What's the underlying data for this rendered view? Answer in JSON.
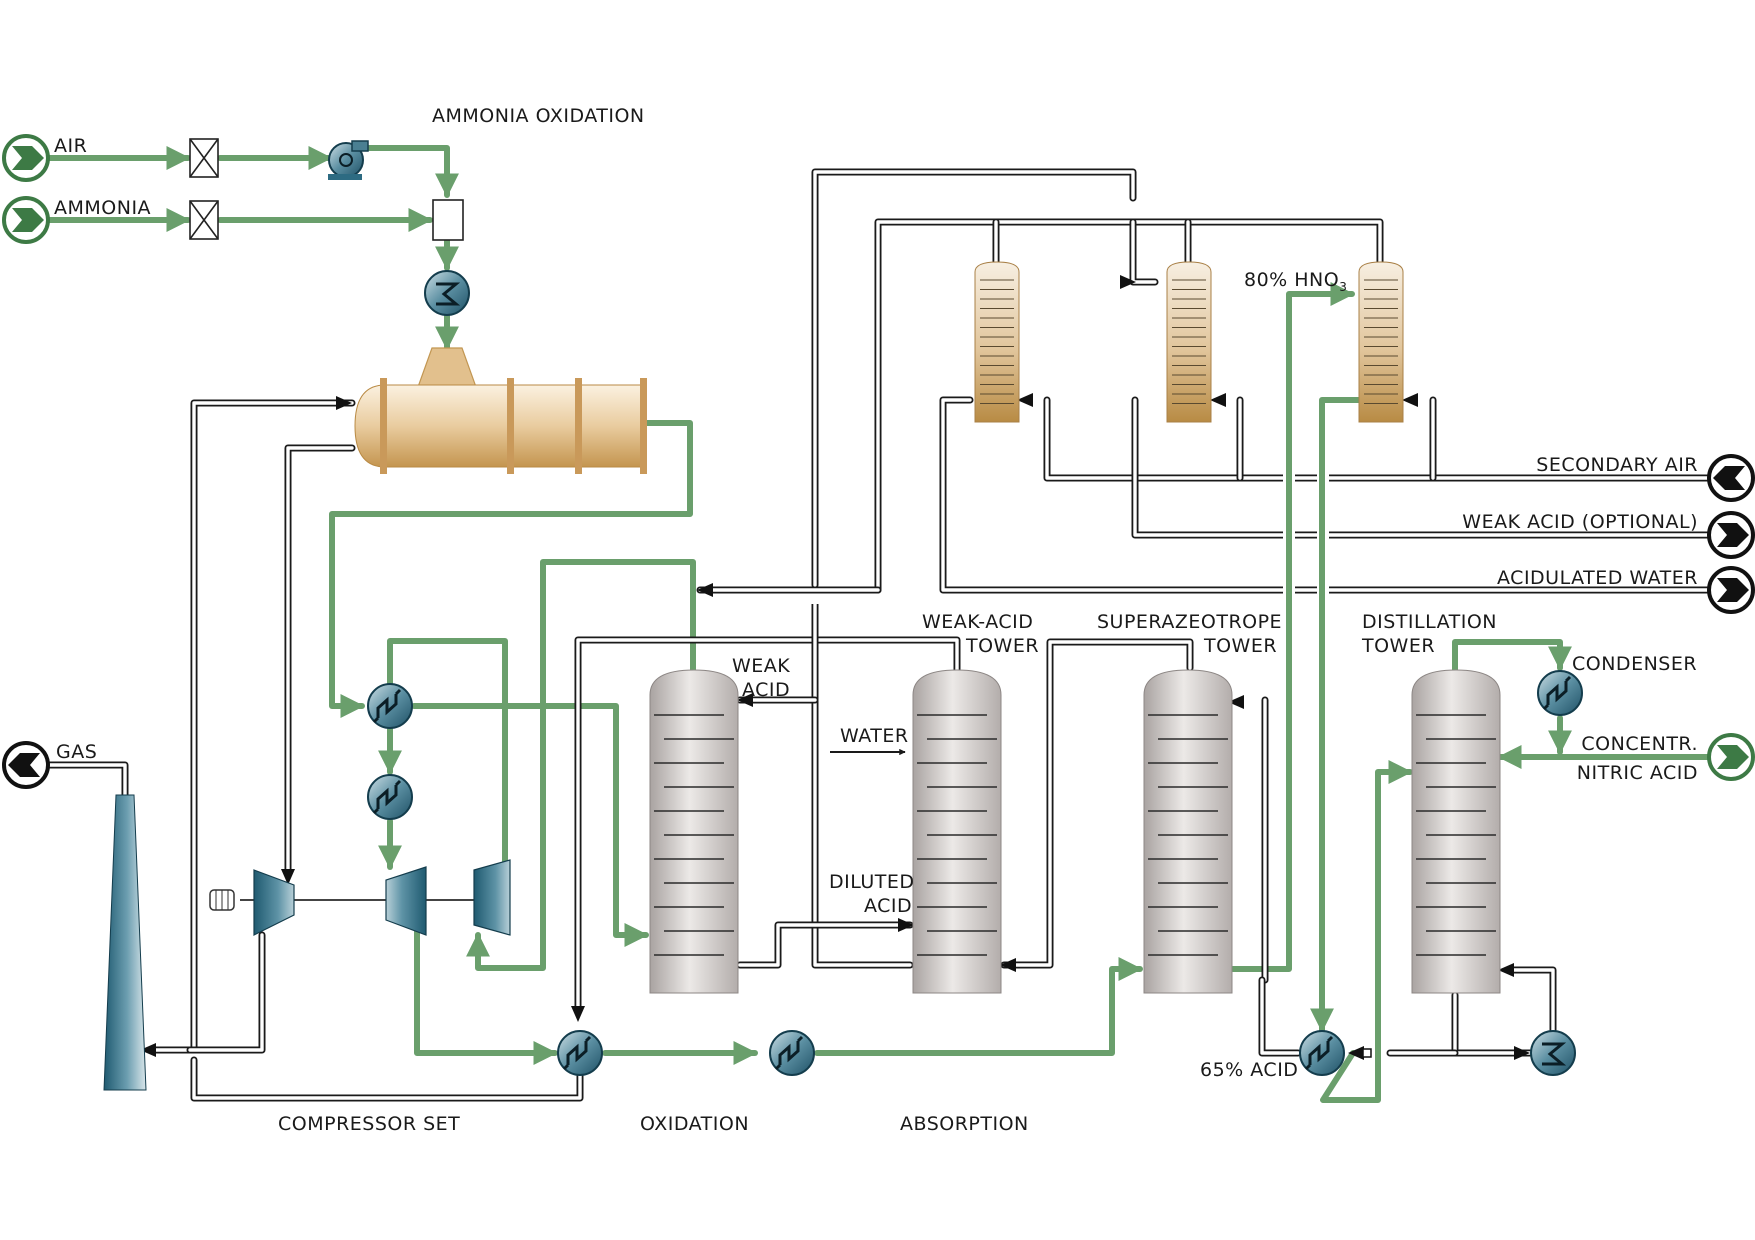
{
  "labels": {
    "air": "AIR",
    "ammonia": "AMMONIA",
    "ammonia_oxidation": "AMMONIA OXIDATION",
    "gas": "GAS",
    "compressor_set": "COMPRESSOR SET",
    "oxidation": "OXIDATION",
    "absorption": "ABSORPTION",
    "weak_acid_tower_1": "WEAK-ACID",
    "weak_acid_tower_2": "TOWER",
    "superazeotrope_tower_1": "SUPERAZEOTROPE",
    "superazeotrope_tower_2": "TOWER",
    "distillation_tower_1": "DISTILLATION",
    "distillation_tower_2": "TOWER",
    "weak_acid_1": "WEAK",
    "weak_acid_2": "ACID",
    "water": "WATER",
    "diluted_acid_1": "DILUTED",
    "diluted_acid_2": "ACID",
    "hno3_prefix": "80% HNO",
    "hno3_sub": "3",
    "secondary_air": "SECONDARY AIR",
    "weak_acid_optional": "WEAK ACID (OPTIONAL)",
    "acidulated_water": "ACIDULATED WATER",
    "condenser": "CONDENSER",
    "concentr_1": "CONCENTR.",
    "concentr_2": "NITRIC ACID",
    "acid_65": "65% ACID"
  },
  "colors": {
    "process_stream": "#6a9f6c",
    "utility_line": "#1a1a1a",
    "column_body": "#c9c3c0",
    "reactor_body": "#e0bb86",
    "exchanger": "#2d6b82",
    "stack": "#2f6f86"
  },
  "icons": [
    "arrow-in-connector-icon",
    "arrow-out-connector-icon",
    "valve-icon",
    "blower-icon",
    "heat-exchanger-icon",
    "compressor-icon",
    "motor-icon",
    "mixer-icon"
  ]
}
